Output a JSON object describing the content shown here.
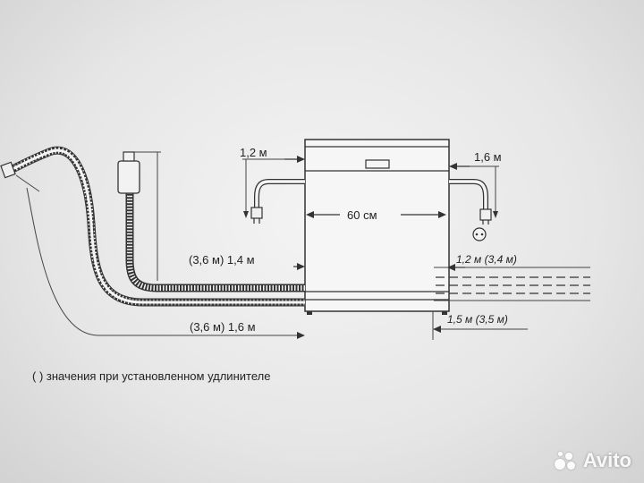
{
  "labels": {
    "inlet_height": "1,2 м",
    "power_height": "1,6 м",
    "width": "60 см",
    "upper_hose": "(3,6 м) 1,4 м",
    "lower_hose": "(3,6 м) 1,6 м",
    "right_upper": "1,2 м (3,4 м)",
    "right_lower": "1,5 м (3,5 м)"
  },
  "note": "( ) значения при установленном удлинителе",
  "watermark": "Avito"
}
